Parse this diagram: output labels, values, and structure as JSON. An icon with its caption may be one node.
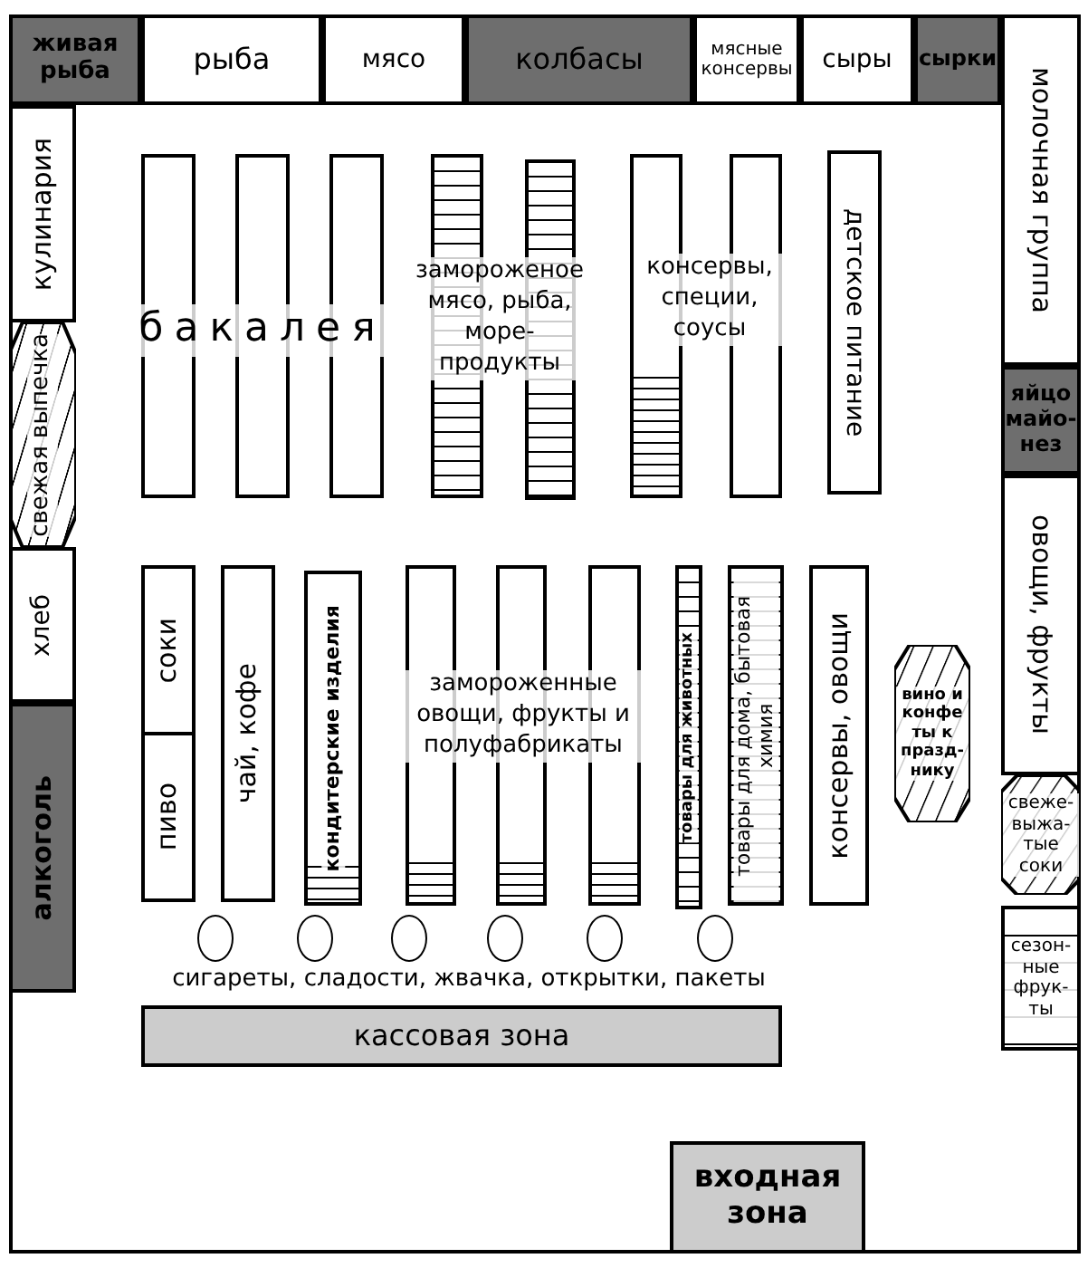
{
  "diagram": {
    "nodes": [
      {
        "text": [
          "живая рыба"
        ]
      },
      {
        "text": [
          "рыба"
        ]
      },
      {
        "text": [
          "мясо"
        ]
      },
      {
        "text": [
          "колбасы"
        ]
      },
      {
        "text": [
          "мясные консервы"
        ]
      },
      {
        "text": [
          "сыры"
        ]
      },
      {
        "text": [
          "сырки"
        ]
      },
      {
        "text": [
          "молочная группа"
        ]
      },
      {
        "text": [
          "кулинария"
        ]
      },
      {
        "text": [],
        "shape": "box"
      },
      {
        "text": [],
        "shape": "box"
      },
      {
        "text": [],
        "shape": "box"
      },
      {
        "text": [],
        "shape": "box"
      },
      {
        "text": [],
        "shape": "box"
      },
      {
        "text": [],
        "shape": "box"
      },
      {
        "text": [],
        "shape": "box"
      },
      {
        "text": [
          "детское питание"
        ]
      },
      {
        "text": [
          "яйцо майо-нез"
        ]
      },
      {
        "text": [
          "свежая выпечка"
        ]
      },
      {
        "text": [
          "хлеб"
        ]
      },
      {
        "text": [
          "соки"
        ]
      },
      {
        "text": [
          "пиво"
        ]
      },
      {
        "text": [
          "чай, кофе"
        ]
      },
      {
        "text": [
          "кондитерские изделия"
        ]
      },
      {
        "text": [],
        "shape": "box"
      },
      {
        "text": [],
        "shape": "box"
      },
      {
        "text": [],
        "shape": "box"
      },
      {
        "text": [
          "товары для животных"
        ]
      },
      {
        "text": [
          "товары для дома, бытовая химия"
        ]
      },
      {
        "text": [
          "консервы, овощи"
        ]
      },
      {
        "text": [
          "вино и конфеты к празд-нику"
        ]
      },
      {
        "text": [
          "овощи, фрукты"
        ]
      },
      {
        "text": [
          "свеже-выжа-тые соки"
        ]
      },
      {
        "text": [
          "алкоголь"
        ]
      },
      {
        "text": [],
        "shape": "circle"
      },
      {
        "text": [],
        "shape": "circle"
      },
      {
        "text": [],
        "shape": "circle"
      },
      {
        "text": [],
        "shape": "circle"
      },
      {
        "text": [],
        "shape": "circle"
      },
      {
        "text": [],
        "shape": "circle"
      },
      {
        "text": [
          "сезон-ные фрук-ты"
        ]
      },
      {
        "text": [
          "кассовая зона"
        ]
      },
      {
        "text": [
          "входная зона"
        ]
      }
    ],
    "labels": [
      "бакалея",
      "замороженое мясо, рыба, море-продукты",
      "консервы, специи, соусы",
      "замороженные овощи, фрукты и полуфабрикаты",
      "сигареты, сладости, жвачка, открытки, пакеты"
    ]
  }
}
